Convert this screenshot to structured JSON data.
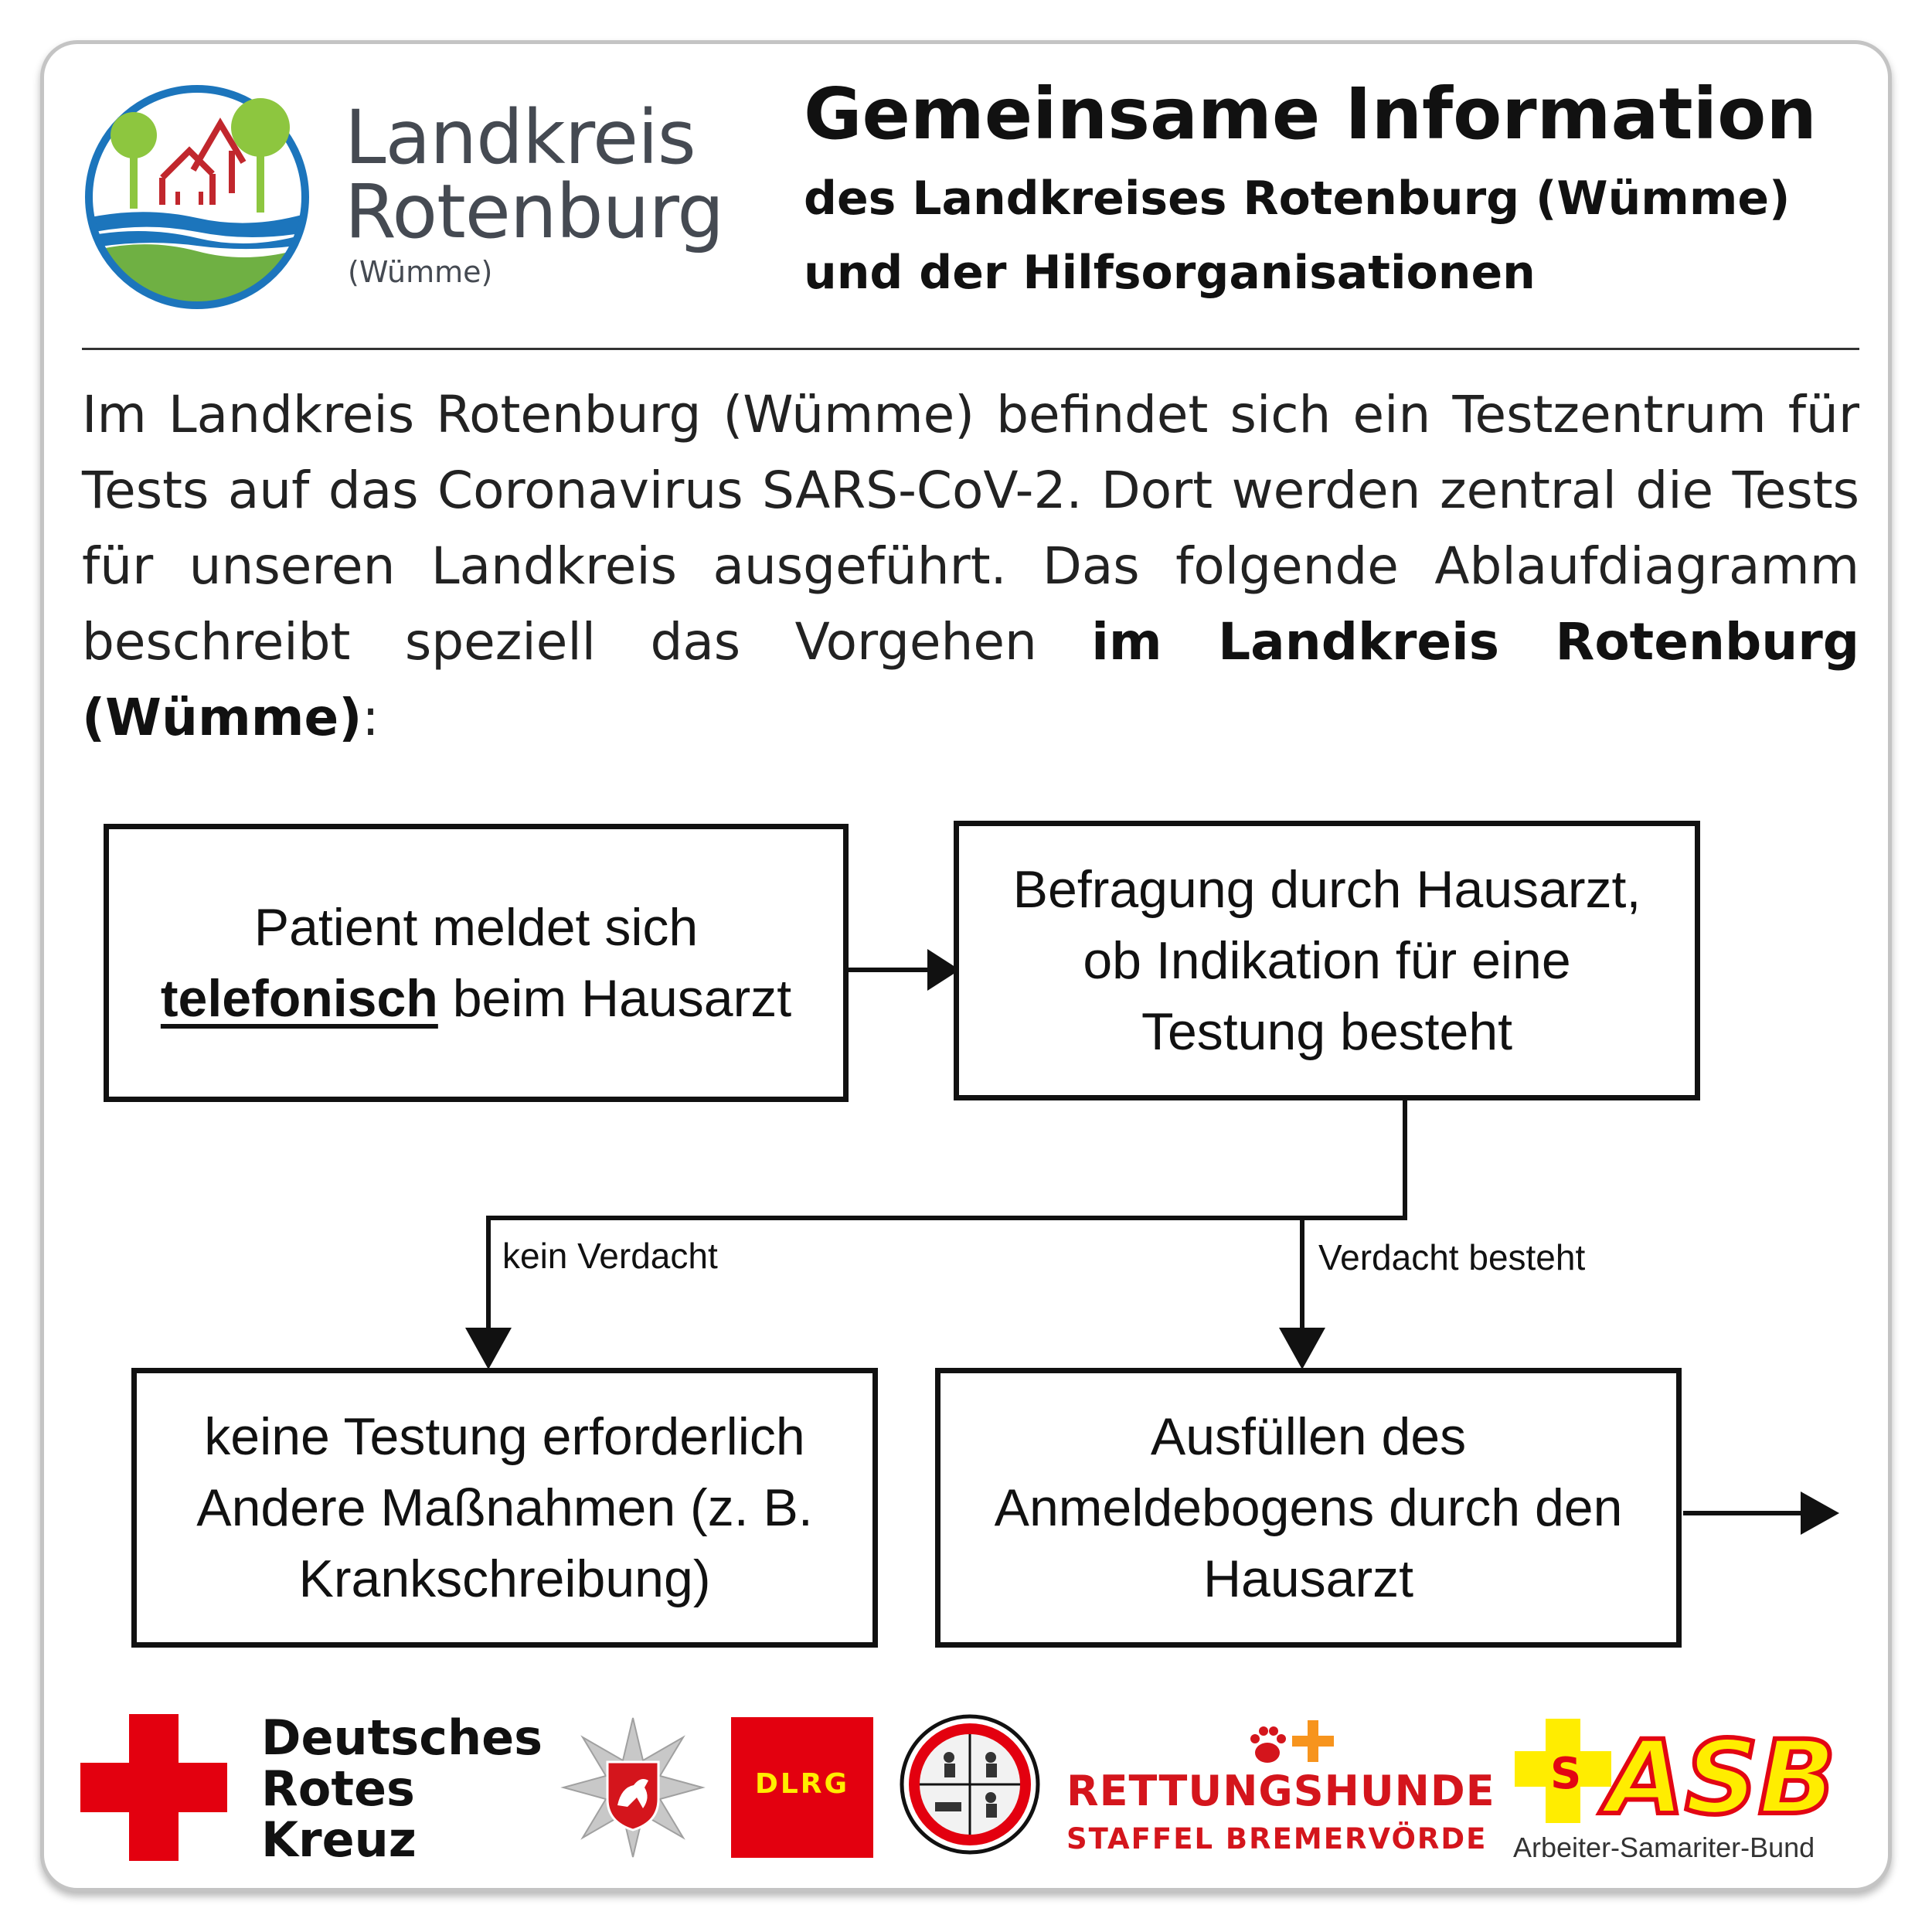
{
  "header": {
    "logo": {
      "line1": "Landkreis",
      "line2": "Rotenburg",
      "line3": "(Wümme)"
    },
    "title": "Gemeinsame Information",
    "subtitle1": "des Landkreises Rotenburg (Wümme)",
    "subtitle2": "und der Hilfsorganisationen"
  },
  "intro": {
    "text": "Im Landkreis Rotenburg (Wümme) befindet sich ein Testzentrum für Tests auf das Coronavirus SARS-CoV-2. Dort werden zentral die Tests für unseren Landkreis ausgeführt. Das folgende Ablauf­diagramm beschreibt speziell das Vorgehen ",
    "bold": "im Landkreis Roten­burg (Wümme)",
    "end": ":"
  },
  "flow": {
    "box1": {
      "line1": "Patient meldet sich",
      "underlined": "telefonisch",
      "rest": " beim Hausarzt"
    },
    "box2": {
      "line1": "Befragung durch Hausarzt,",
      "line2": "ob Indikation für eine",
      "line3": "Testung besteht"
    },
    "branch_left": "kein Verdacht",
    "branch_right": "Verdacht besteht",
    "box3": {
      "line1": "keine Testung erforderlich",
      "line2": "Andere Maßnahmen (z. B.",
      "line3": "Krankschreibung)"
    },
    "box4": {
      "line1": "Ausfüllen des",
      "line2": "Anmeldebogens durch den",
      "line3": "Hausarzt"
    }
  },
  "footer": {
    "drk": {
      "line1": "Deutsches",
      "line2": "Rotes",
      "line3": "Kreuz"
    },
    "dlrg": "DLRG",
    "rettungshunde": {
      "line1": "RETTUNGSHUNDE",
      "line2": "STAFFEL BREMERVÖRDE"
    },
    "asb": {
      "logo": "ASB",
      "name": "Arbeiter-Samariter-Bund"
    }
  },
  "colors": {
    "red": "#e3000f",
    "logo_green": "#8dc63f",
    "logo_blue": "#1c75bc",
    "asb_yellow": "#ffed00",
    "asb_red": "#e30613"
  }
}
